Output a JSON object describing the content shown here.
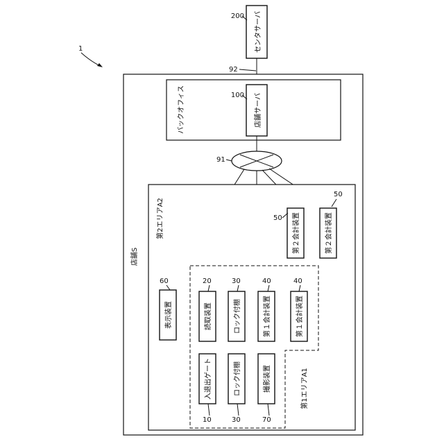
{
  "system_ref": "1",
  "store": {
    "label": "店舗S"
  },
  "back_office": {
    "label": "バックオフィス"
  },
  "area2": {
    "label": "第2エリアA2"
  },
  "area1": {
    "label": "第1エリアA1"
  },
  "network": {
    "ref_lan": "91",
    "ref_wan": "92"
  },
  "center_server": {
    "label": "センタサーバ",
    "ref": "200"
  },
  "store_server": {
    "label": "店舗サーバ",
    "ref": "100"
  },
  "display": {
    "label": "表示装置",
    "ref": "60"
  },
  "devices": {
    "reader": {
      "label": "読取装置",
      "ref": "20"
    },
    "shelf_a": {
      "label": "ロック付棚",
      "ref": "30"
    },
    "checkout1_a": {
      "label": "第１会計装置",
      "ref": "40"
    },
    "checkout1_b": {
      "label": "第１会計装置",
      "ref": "40"
    },
    "gate": {
      "label": "入退出ゲート",
      "ref": "10"
    },
    "shelf_b": {
      "label": "ロック付棚",
      "ref": "30"
    },
    "camera": {
      "label": "撮影装置",
      "ref": "70"
    },
    "checkout2_a": {
      "label": "第２会計装置",
      "ref": "50"
    },
    "checkout2_b": {
      "label": "第２会計装置",
      "ref": "50"
    }
  }
}
